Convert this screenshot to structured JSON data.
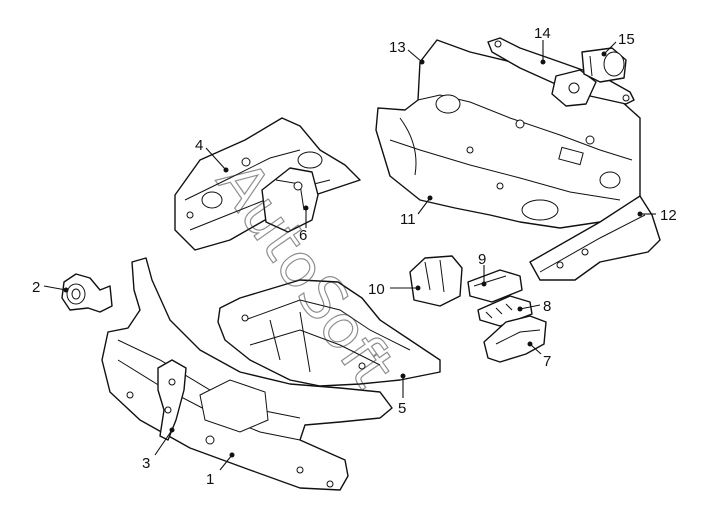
{
  "parts": [
    {
      "id": "1",
      "label": "1"
    },
    {
      "id": "2",
      "label": "2"
    },
    {
      "id": "3",
      "label": "3"
    },
    {
      "id": "4",
      "label": "4"
    },
    {
      "id": "5",
      "label": "5"
    },
    {
      "id": "6",
      "label": "6"
    },
    {
      "id": "7",
      "label": "7"
    },
    {
      "id": "8",
      "label": "8"
    },
    {
      "id": "9",
      "label": "9"
    },
    {
      "id": "10",
      "label": "10"
    },
    {
      "id": "11",
      "label": "11"
    },
    {
      "id": "12",
      "label": "12"
    },
    {
      "id": "13",
      "label": "13"
    },
    {
      "id": "14",
      "label": "14"
    },
    {
      "id": "15",
      "label": "15"
    }
  ],
  "watermark": {
    "text": "AutoSoft"
  }
}
